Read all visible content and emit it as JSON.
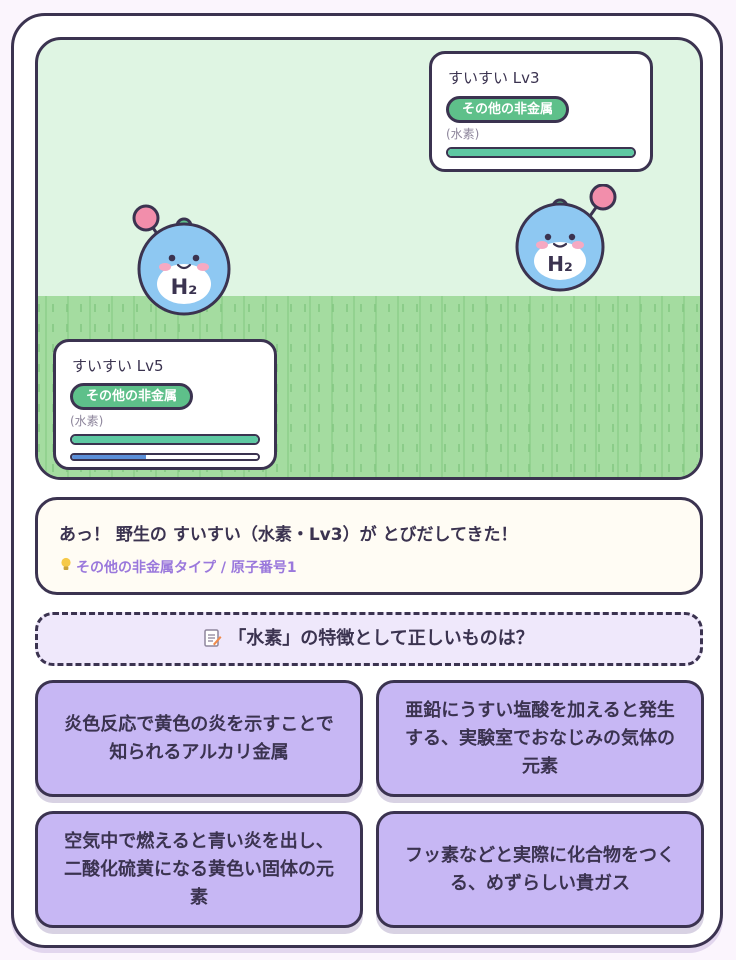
{
  "enemy": {
    "name": "すいすい Lv3",
    "category": "その他の非金属",
    "element": "(水素)",
    "hp_fraction": 1.0,
    "formula": "H₂"
  },
  "player": {
    "name": "すいすい Lv5",
    "category": "その他の非金属",
    "element": "(水素)",
    "hp_fraction": 1.0,
    "xp_fraction": 0.4,
    "formula": "H₂"
  },
  "message": {
    "text": "あっ！ 野生の すいすい（水素・Lv3）が とびだしてきた！",
    "hint": "その他の非金属タイプ / 原子番号1",
    "hint_icon": "lightbulb-icon"
  },
  "question": {
    "icon": "memo-icon",
    "text": "「水素」の特徴として正しいものは？"
  },
  "options": [
    "炎色反応で黄色の炎を示すことで知られるアルカリ金属",
    "亜鉛にうすい塩酸を加えると発生する、実験室でおなじみの気体の元素",
    "空気中で燃えると青い炎を出し、二酸化硫黄になる黄色い固体の元素",
    "フッ素などと実際に化合物をつくる、めずらしい貴ガス"
  ],
  "colors": {
    "badge": "#5ec08a",
    "option": "#c7b7f4",
    "hint": "#9a78dc",
    "monster": "#8ec8f2",
    "antenna_ball": "#f28eab"
  }
}
